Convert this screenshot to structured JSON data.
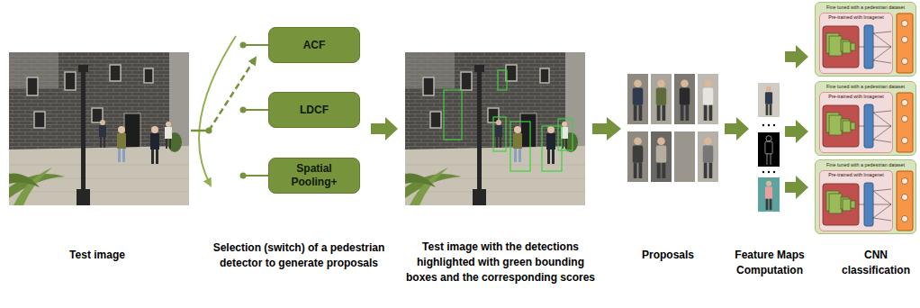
{
  "diagram": {
    "nodes": [
      {
        "text": [
          "ACF"
        ]
      },
      {
        "text": [
          "LDCF"
        ]
      },
      {
        "text": [
          "Spatial Pooling+"
        ]
      },
      {
        "text": [
          "Fine tuned with  a pedestrian dataset"
        ]
      },
      {
        "text": [
          "Pre-trained with  Imagenet"
        ],
        "in": 3
      },
      {
        "text": [
          "Fine tuned with  a pedestrian dataset"
        ]
      },
      {
        "text": [
          "Pre-trained with  Imagenet"
        ],
        "in": 5
      },
      {
        "text": [
          "Fine tuned with  a pedestrian dataset"
        ]
      },
      {
        "text": [
          "Pre-trained with  Imagenet"
        ],
        "in": 7
      }
    ],
    "labels": [
      "Test image",
      "Selection (switch) of a pedestrian detector to generate proposals",
      "Test image with the detections highlighted  with green bounding boxes and the corresponding scores",
      "Proposals",
      "Feature Maps Computation",
      "CNN classification"
    ]
  }
}
